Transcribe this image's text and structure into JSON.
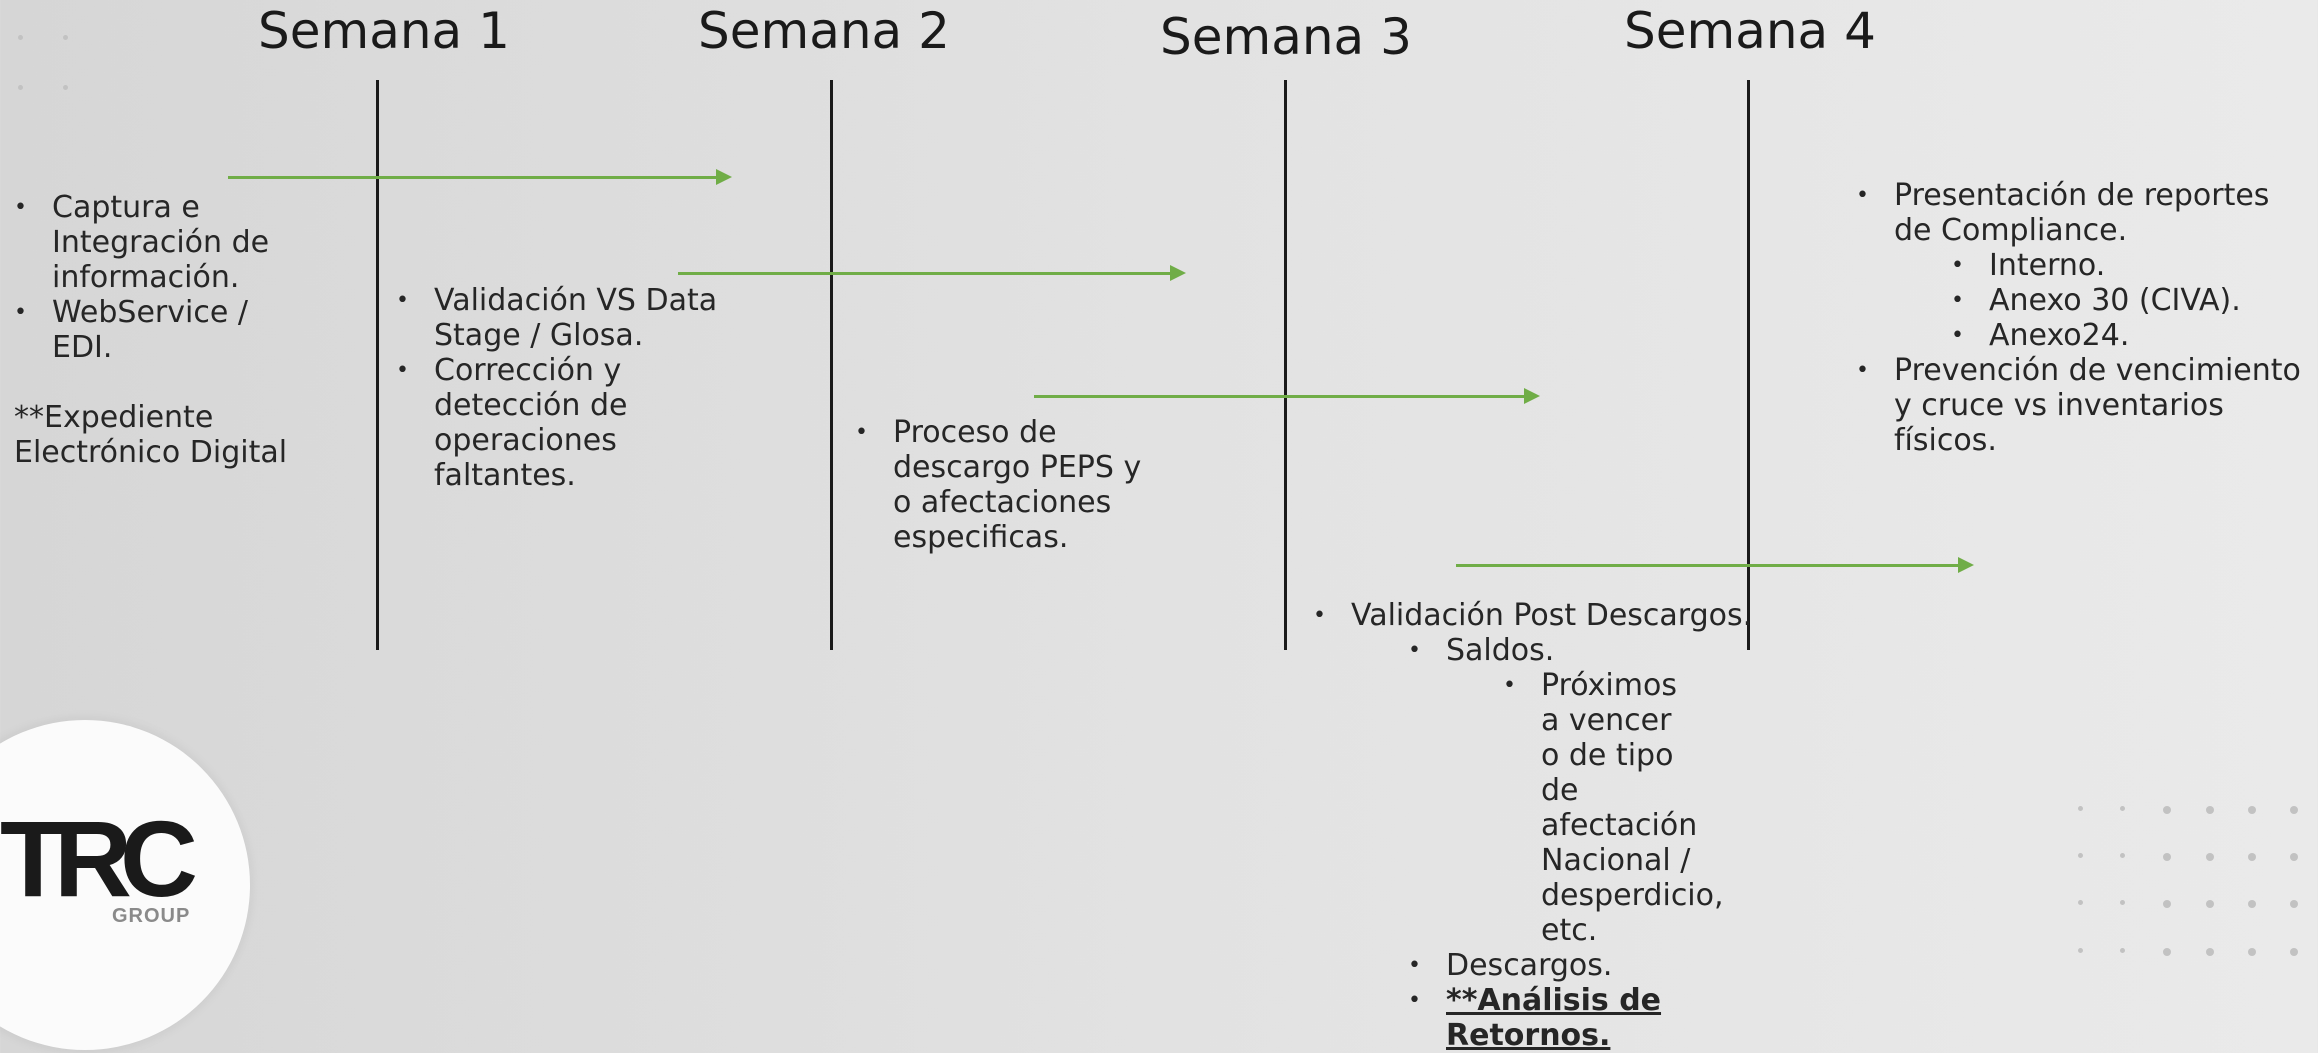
{
  "weeks": [
    "Semana 1",
    "Semana 2",
    "Semana 3",
    "Semana 4"
  ],
  "colors": {
    "arrow": "#70ad47",
    "line": "#1a1a1a"
  },
  "week1": {
    "items": [
      "Captura e Integración de información.",
      "WebService / EDI."
    ],
    "note": "**Expediente Electrónico Digital"
  },
  "week2": {
    "items": [
      "Validación VS Data Stage / Glosa.",
      "Corrección y detección de operaciones faltantes."
    ]
  },
  "week3": {
    "items": [
      "Proceso de descargo PEPS y o afectaciones especificas."
    ]
  },
  "week3b": {
    "main": "Validación Post Descargos.",
    "saldos": "Saldos.",
    "proximos": "Próximos a vencer o de tipo de afectación Nacional / desperdicio, etc.",
    "descargos": "Descargos.",
    "retornos": "**Análisis de Retornos."
  },
  "week4": {
    "item1": "Presentación de reportes de Compliance.",
    "sub": [
      "Interno.",
      "Anexo 30 (CIVA).",
      "Anexo24."
    ],
    "item2": "Prevención de vencimiento y cruce vs inventarios físicos."
  },
  "logo": {
    "text": "TRC",
    "sub": "GROUP"
  }
}
